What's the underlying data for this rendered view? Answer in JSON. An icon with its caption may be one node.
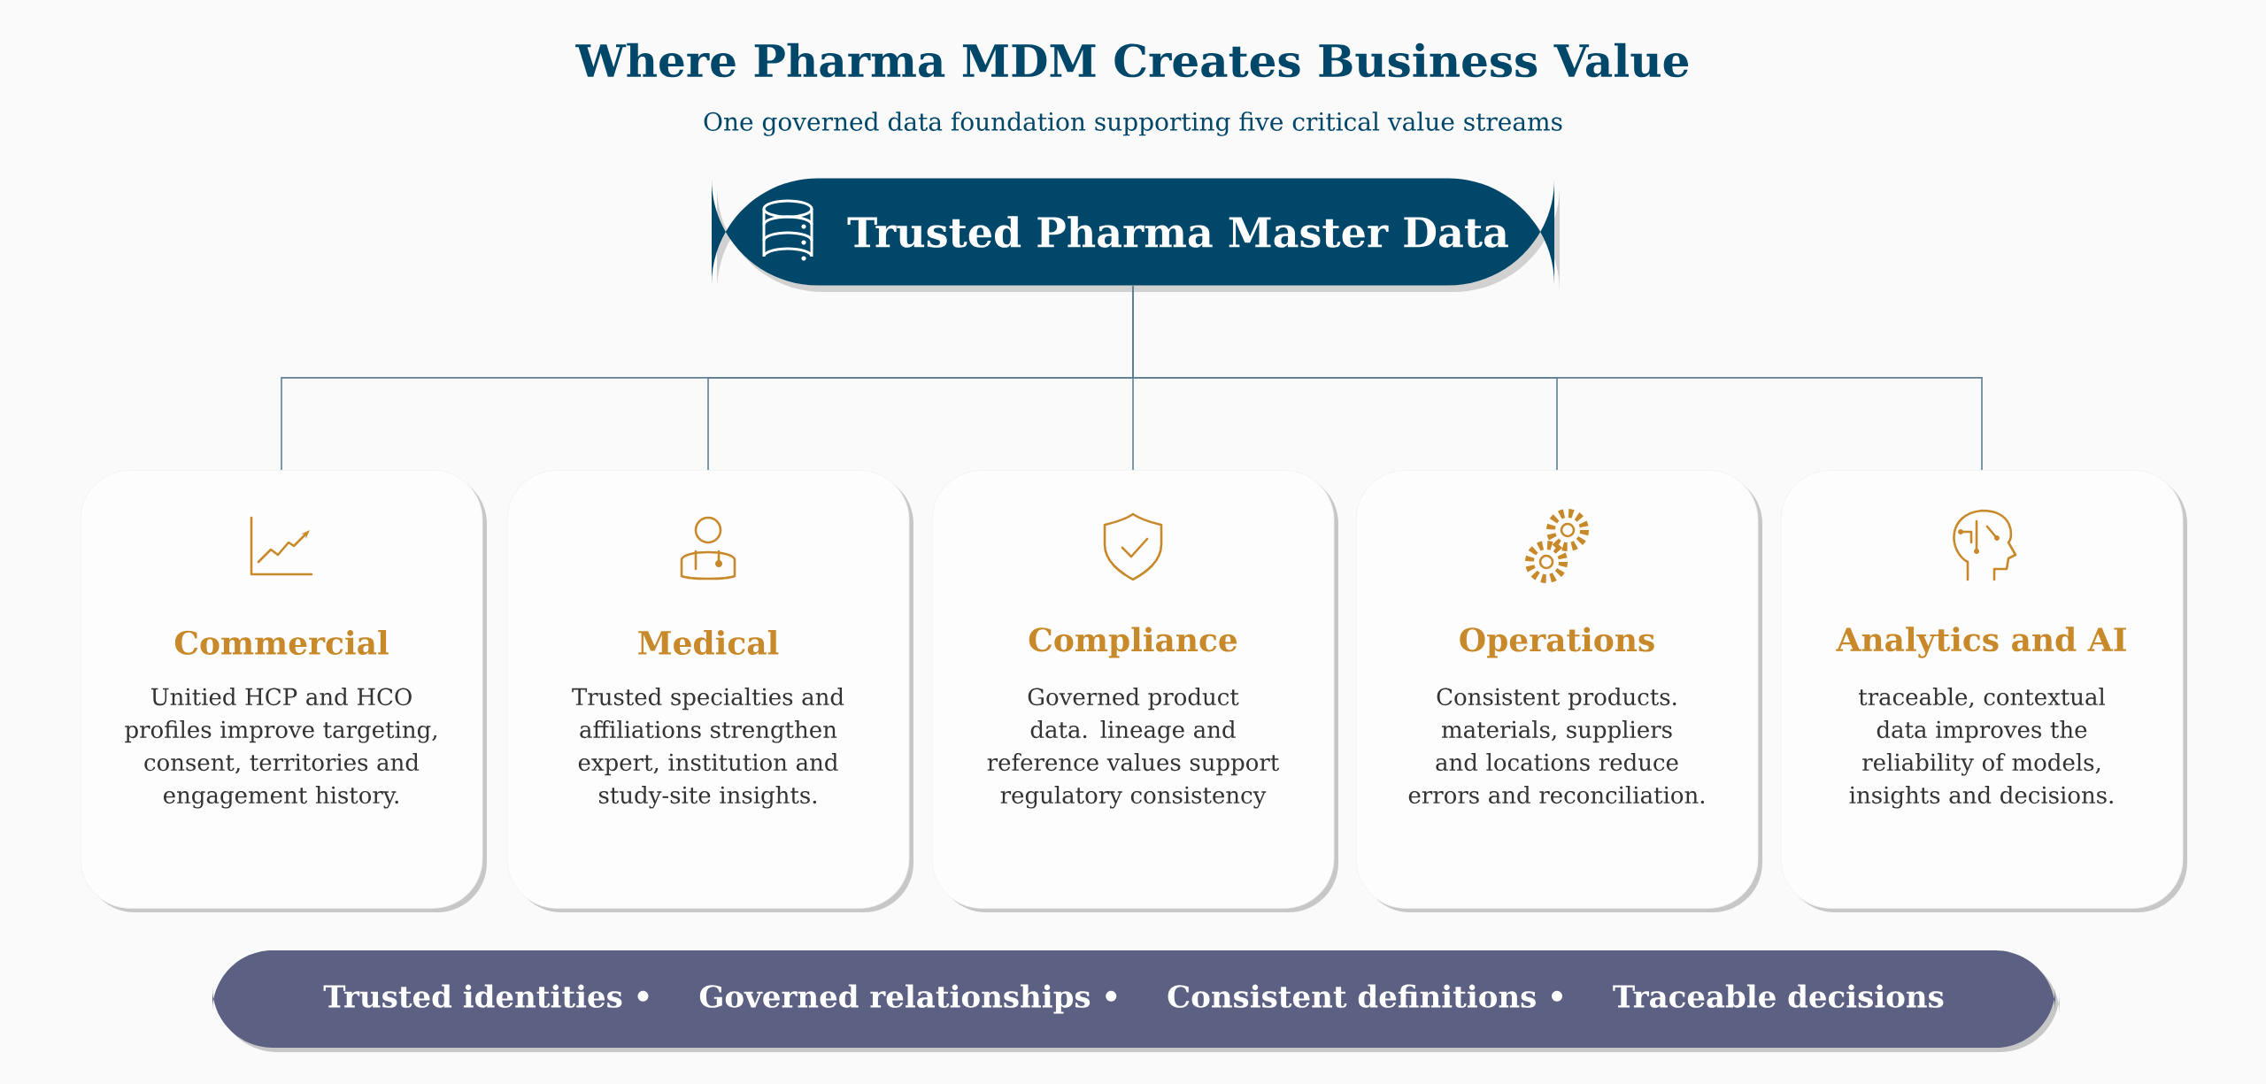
{
  "diagram": {
    "title": "Where Pharma MDM Creates Business Value",
    "nodes": [
      {
        "text": [
          "Trusted Pharma Master Data"
        ]
      },
      {
        "text": [
          "Commercial",
          "Unitied HCP and HCO profiles improve targeting, consent, territories and engagement history."
        ]
      },
      {
        "text": [
          "Medical",
          "Trusted specialties and affiliations strengthen expert, institution and study-site insights."
        ]
      },
      {
        "text": [
          "Compliance",
          "Governed product data. lineage and reference values support regulatory consistency"
        ]
      },
      {
        "text": [
          "Operations",
          "Consistent products. materials, suppliers and locations reduce errors and reconciliation."
        ]
      },
      {
        "text": [
          "Analytics and AI",
          "traceable, contextual data improves the reliability of models, insights and decisions."
        ]
      },
      {
        "text": [
          "Trusted identities •",
          "Governed relationships •",
          "Consistent definitions •",
          "Traceable decisions"
        ]
      }
    ],
    "edges": [
      {
        "from": 0,
        "to": 1,
        "arrow": "none"
      },
      {
        "from": 0,
        "to": 2,
        "arrow": "none"
      },
      {
        "from": 0,
        "to": 3,
        "arrow": "none"
      },
      {
        "from": 0,
        "to": 4,
        "arrow": "none"
      },
      {
        "from": 0,
        "to": 5,
        "arrow": "none"
      }
    ],
    "labels": [
      "One governed data foundation supporting five critical value streams"
    ]
  }
}
